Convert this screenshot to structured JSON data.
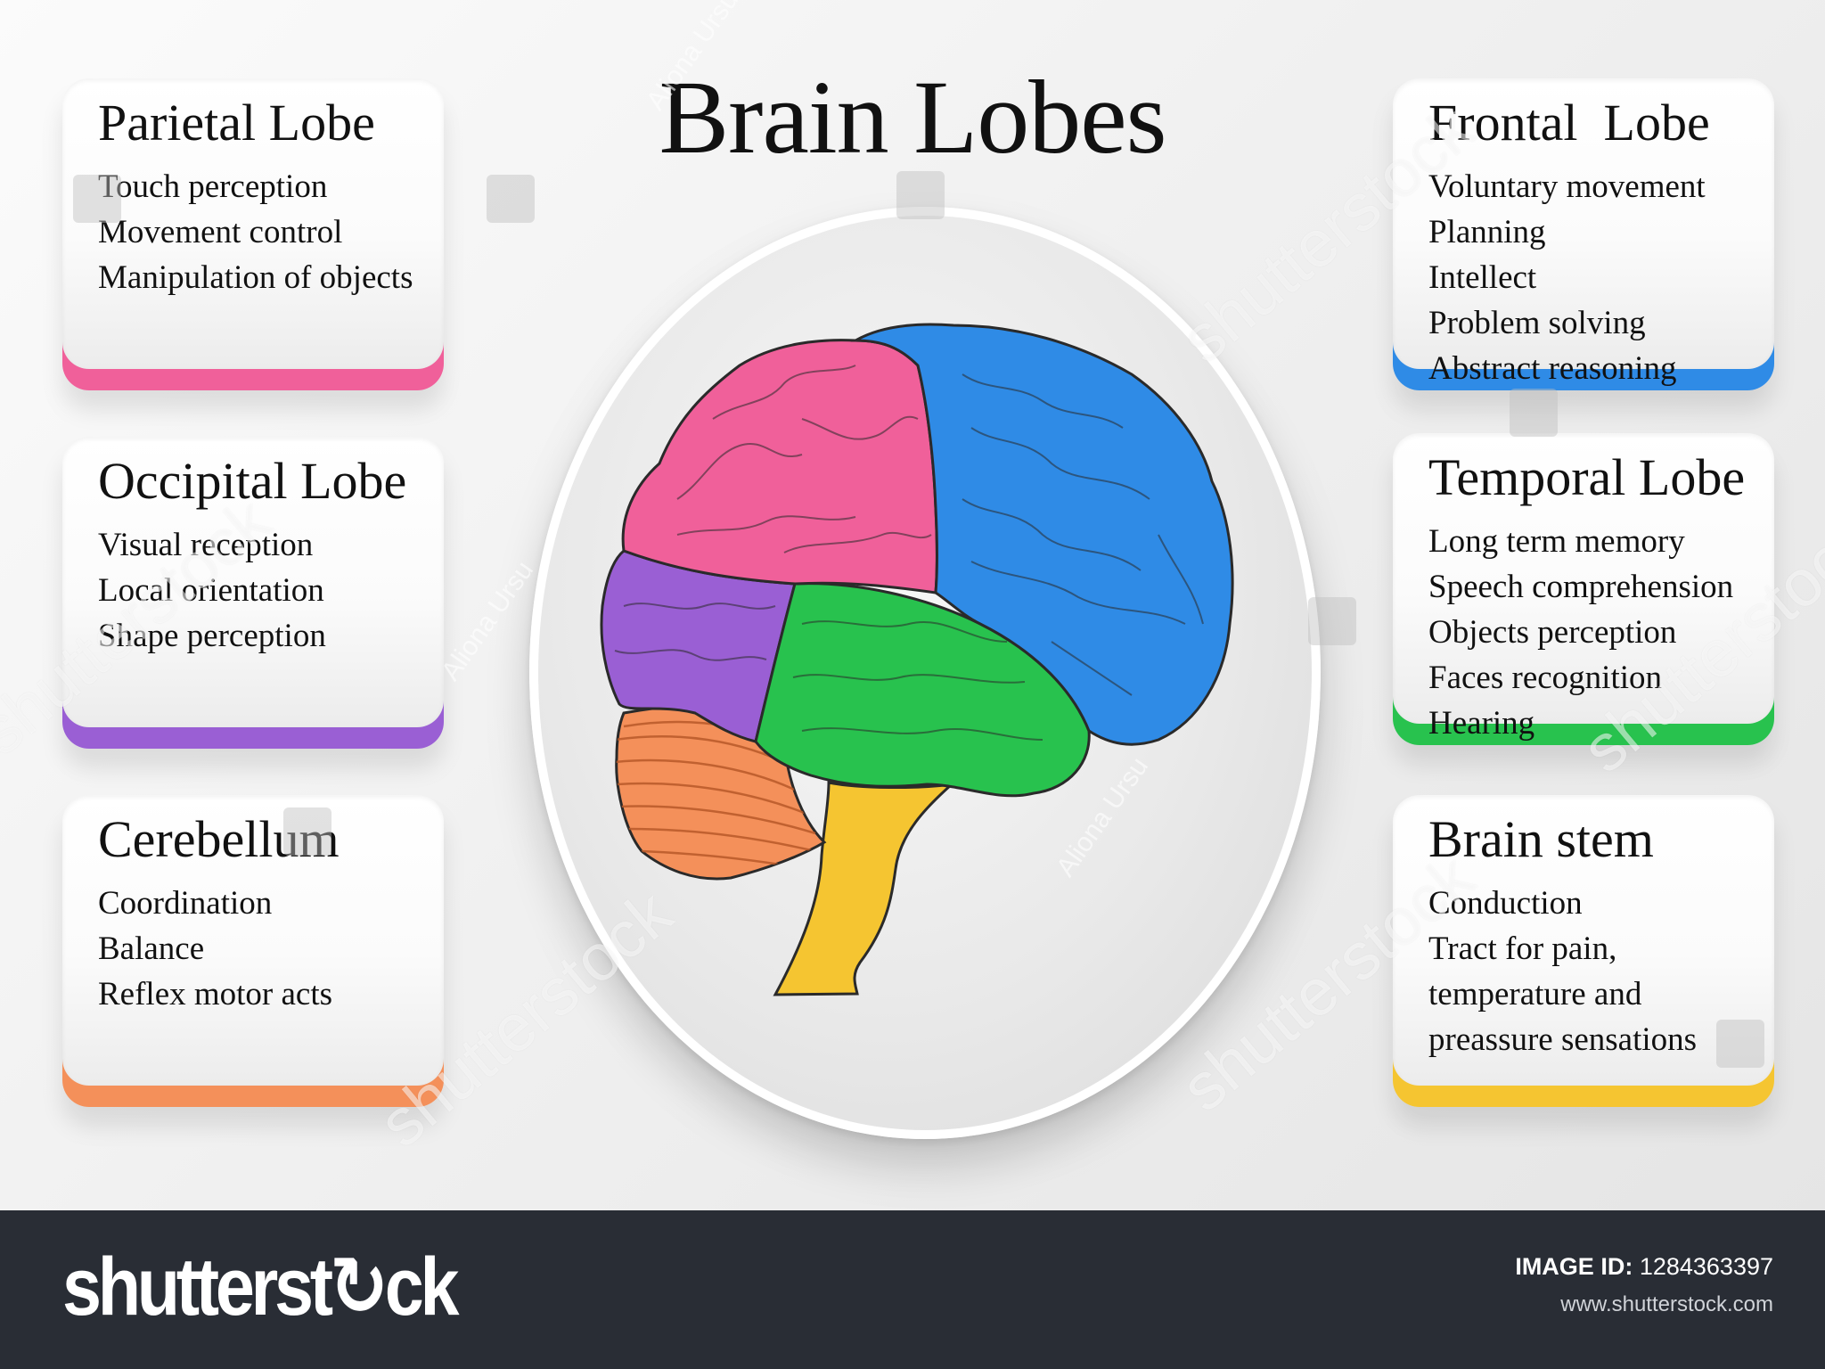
{
  "title": "Brain Lobes",
  "colors": {
    "parietal": "#f0609a",
    "occipital": "#9a5fd4",
    "cerebellum": "#f4905a",
    "frontal": "#2f8be6",
    "temporal": "#28c24e",
    "brain_stem": "#f5c531"
  },
  "cards": {
    "parietal": {
      "title": "Parietal Lobe",
      "items": [
        "Touch perception",
        "Movement control",
        "Manipulation of objects"
      ]
    },
    "occipital": {
      "title": "Occipital Lobe",
      "items": [
        "Visual reception",
        "Local orientation",
        "Shape perception"
      ]
    },
    "cerebellum": {
      "title": "Cerebellum",
      "items": [
        "Coordination",
        "Balance",
        "Reflex motor acts"
      ]
    },
    "frontal": {
      "title": "Frontal  Lobe",
      "items": [
        "Voluntary movement",
        "Planning",
        "Intellect",
        "Problem solving",
        "Abstract reasoning"
      ]
    },
    "temporal": {
      "title": "Temporal Lobe",
      "items": [
        "Long term memory",
        "Speech comprehension",
        "Objects perception",
        "Faces recognition",
        "Hearing"
      ]
    },
    "brain_stem": {
      "title": "Brain stem",
      "items": [
        "Conduction",
        "Tract for pain,",
        "temperature and",
        "preassure sensations"
      ]
    }
  },
  "watermark": {
    "brand": "shutterstock",
    "author": "Aliona Ursu"
  },
  "footer": {
    "logo": "shutterst↻ck",
    "image_id_label": "IMAGE ID:",
    "image_id": "1284363397",
    "url": "www.shutterstock.com"
  }
}
